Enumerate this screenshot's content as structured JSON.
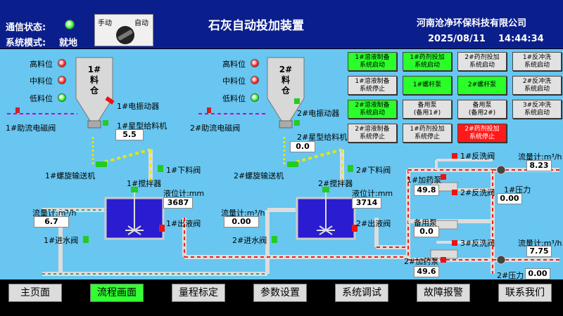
{
  "header": {
    "comm_status_label": "通信状态:",
    "system_mode_label": "系统模式:",
    "system_mode_value": "就地",
    "switch_manual": "手动",
    "switch_auto": "自动",
    "title": "石灰自动投加装置",
    "company": "河南沧净环保科技有限公司",
    "date": "2025/08/11",
    "time": "14:44:34"
  },
  "silo1": {
    "label": "1#\n料\n仓",
    "high": "高料位",
    "mid": "中料位",
    "low": "低料位",
    "vibrator": "1#电振动器",
    "magnet_valve": "1#助流电磁阀",
    "feeder": "1#星型给料机",
    "feeder_value": "5.5",
    "conveyor": "1#螺旋输送机",
    "discharge_valve": "1#下料阀",
    "mixer": "1#搅拌器",
    "level_label": "液位计:mm",
    "level_value": "3687",
    "flow_label": "流量计:m³/h",
    "flow_value": "6.7",
    "inlet_valve": "1#进水阀",
    "outlet_valve": "1#出液阀"
  },
  "silo2": {
    "label": "2#\n料\n仓",
    "high": "高料位",
    "mid": "中料位",
    "low": "低料位",
    "vibrator": "2#电振动器",
    "magnet_valve": "2#助流电磁阀",
    "feeder": "2#星型给料机",
    "feeder_value": "0.0",
    "conveyor": "2#螺旋输送机",
    "discharge_valve": "2#下料阀",
    "mixer": "2#搅拌器",
    "level_label": "液位计:mm",
    "level_value": "3714",
    "flow_label": "流量计:m³/h",
    "flow_value": "0.00",
    "inlet_valve": "2#进水阀",
    "outlet_valve": "2#出液阀"
  },
  "dosing": {
    "pump1": "1#加药泵",
    "pump1_value": "49.8",
    "standby": "备用泵",
    "standby_value": "0.0",
    "pump2": "2#加药泵",
    "pump2_value": "49.6",
    "backwash1": "1#反洗阀",
    "backwash2": "2#反洗阀",
    "backwash3": "3#反洗阀",
    "pressure1": "1#压力",
    "pressure1_value": "0.00",
    "pressure2": "2#压力",
    "pressure2_value": "0.00",
    "flow1_label": "流量计:m³/h",
    "flow1_value": "8.23",
    "flow2_label": "流量计:m³/h",
    "flow2_value": "7.75"
  },
  "buttons": [
    [
      "1#溶液制备\n系统启动",
      "1#药剂投加\n系统启动",
      "2#药剂投加\n系统启动",
      "1#反冲洗\n系统启动"
    ],
    [
      "1#溶液制备\n系统停止",
      "1#螺杆泵",
      "2#螺杆泵",
      "2#反冲洗\n系统启动"
    ],
    [
      "2#溶液制备\n系统启动",
      "备用泵\n(备用1#)",
      "备用泵\n(备用2#)",
      "3#反冲洗\n系统启动"
    ],
    [
      "2#溶液制备\n系统停止",
      "1#药剂投加\n系统停止",
      "2#药剂投加\n系统停止",
      ""
    ]
  ],
  "button_colors": [
    [
      "green",
      "green",
      "grey",
      "grey"
    ],
    [
      "grey",
      "green",
      "green",
      "grey"
    ],
    [
      "green",
      "grey",
      "grey",
      "grey"
    ],
    [
      "grey",
      "grey",
      "red",
      ""
    ]
  ],
  "nav": [
    "主页面",
    "流程画面",
    "量程标定",
    "参数设置",
    "系统调试",
    "故障报警",
    "联系我们"
  ],
  "nav_active": 1,
  "colors": {
    "header_bg": "#0b1f8c",
    "process_bg": "#68c6f0",
    "tank_fill": "#2a1cd0",
    "active_nav": "#33ff33"
  }
}
